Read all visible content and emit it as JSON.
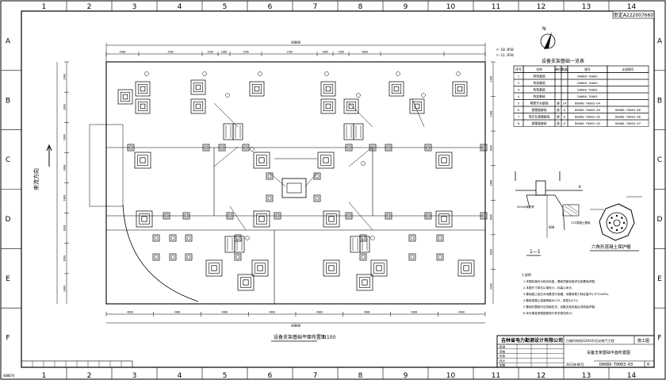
{
  "grid": {
    "columns": [
      "1",
      "2",
      "3",
      "4",
      "5",
      "6",
      "7",
      "8",
      "9",
      "10",
      "11",
      "12",
      "13",
      "14"
    ],
    "rows": [
      "A",
      "B",
      "C",
      "D",
      "E",
      "F"
    ]
  },
  "drawing_no_stamp": "审定A222007660",
  "left_note": "400074",
  "north_label": "N",
  "flow_label": "来流方向",
  "elevations": [
    "▽-10.850",
    "▽-11.950"
  ],
  "dims": {
    "overall_top": "48000",
    "overall_bottom": "48000",
    "top_segments": [
      "4000",
      "1500",
      "1200",
      "1000",
      "1500",
      "1200",
      "1000",
      "1500",
      "4000"
    ],
    "bottom_segments": [
      "4000",
      "4000",
      "4000",
      "4000",
      "4000",
      "4000",
      "4000",
      "4000"
    ],
    "left_segments": [
      "2400",
      "1600",
      "1600",
      "1400",
      "1400",
      "1600",
      "1600",
      "2400"
    ],
    "right_segments": [
      "2100",
      "1600",
      "1600",
      "1400",
      "1600",
      "1600",
      "2100"
    ]
  },
  "plan_title": "设备支架基础平面布置图",
  "plan_scale": "1:100",
  "schedule": {
    "title": "设备支架基础一览表",
    "headers": [
      "序号",
      "名称",
      "单位",
      "数量",
      "图号",
      "支架图号"
    ],
    "rows": [
      [
        "1",
        "构架基础",
        "",
        "",
        "D0080-T0003",
        ""
      ],
      [
        "2",
        "构架基础",
        "",
        "",
        "D0080-T0003",
        ""
      ],
      [
        "3",
        "构架基础",
        "",
        "",
        "D0080-T0003",
        ""
      ],
      [
        "4",
        "构架基础",
        "",
        "",
        "D0080-T0003",
        ""
      ],
      [
        "5",
        "隔离开关基础",
        "座",
        "14",
        "D0080-T0003-04",
        ""
      ],
      [
        "6",
        "避雷器基础",
        "座",
        "6",
        "D0080-T0003-05",
        "D0080-T0003-06"
      ],
      [
        "7",
        "电压互感器基础",
        "座",
        "6",
        "D0080-T0003-05",
        "D0080-T0003-06"
      ],
      [
        "8",
        "避雷器基础",
        "座",
        "6",
        "D0080-T0003-05",
        "D0080-T0003-07"
      ]
    ]
  },
  "section": {
    "title": "1—1",
    "labels": [
      "B",
      "30mm厚沥青",
      "C25混凝土基础"
    ],
    "value": "600"
  },
  "hex_detail_title": "六角形混凝土保护帽",
  "notes_title": "1.说明",
  "notes": [
    "1.本图标高均为相对标高，基础顶面标高详见各基础详图。",
    "2.本图尺寸单位以毫米计，标高以米计。",
    "3.基础施工前应对地基进行验槽，地基承载力特征值不小于150kPa。",
    "4.基础混凝土强度等级为C25，垫层为C15。",
    "5.基础外露部分应抹面压光，设备支架安装后浇筑保护帽。",
    "6.未尽事宜参照国家现行有关规范执行。"
  ],
  "title_block": {
    "company": "吉林省电力勘测设计有限公司",
    "project": "白城风电场220kV升压站电气工程",
    "stage": "施工图",
    "drawing_title": "设备支架基础平面布置图",
    "drawing_no": "D0080-T0003-03",
    "date": "2013年06月",
    "sheet": "0",
    "roles": [
      "批准",
      "审核",
      "校核",
      "设计",
      "制图"
    ]
  }
}
